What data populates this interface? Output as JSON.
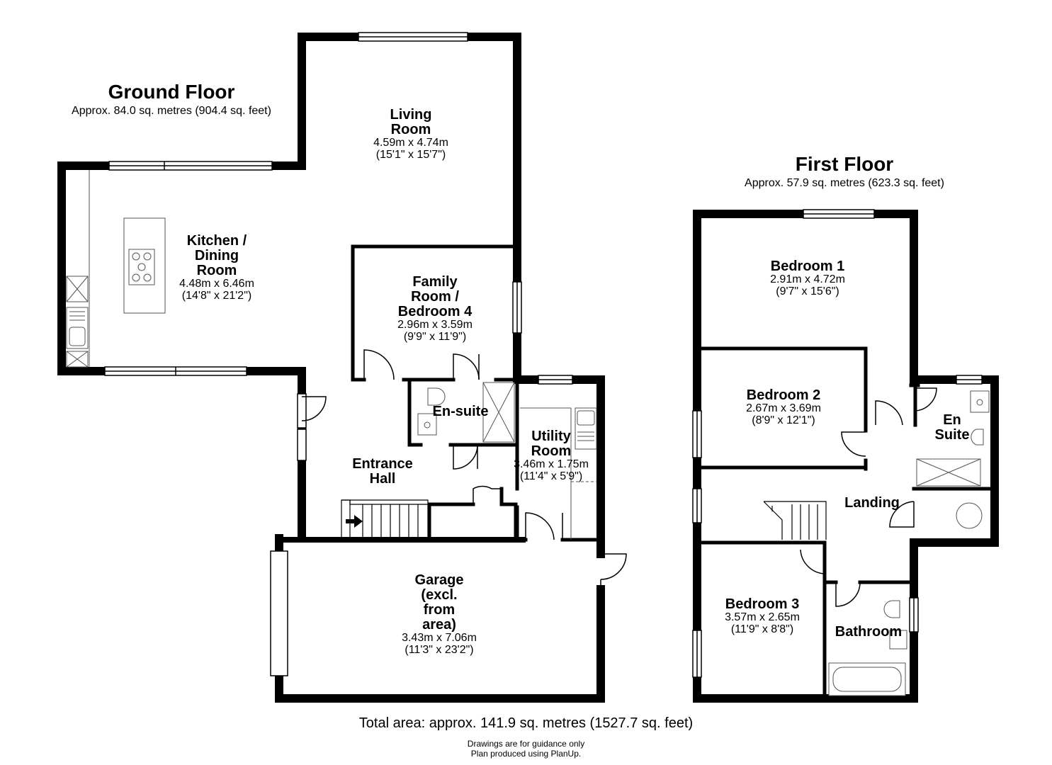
{
  "ground_floor": {
    "title": "Ground Floor",
    "area": "Approx. 84.0 sq. metres (904.4 sq. feet)"
  },
  "first_floor": {
    "title": "First Floor",
    "area": "Approx. 57.9 sq. metres (623.3 sq. feet)"
  },
  "rooms": {
    "living": {
      "name": "Living\nRoom",
      "metric": "4.59m x 4.74m",
      "imperial": "(15'1\" x 15'7\")"
    },
    "kitchen": {
      "name": "Kitchen /\nDining\nRoom",
      "metric": "4.48m x 6.46m",
      "imperial": "(14'8\" x 21'2\")"
    },
    "family": {
      "name": "Family\nRoom /\nBedroom 4",
      "metric": "2.96m x 3.59m",
      "imperial": "(9'9\" x 11'9\")"
    },
    "ensuite_ground": {
      "name": "En-suite"
    },
    "utility": {
      "name": "Utility\nRoom",
      "metric": "3.46m x 1.75m",
      "imperial": "(11'4\" x 5'9\")"
    },
    "entrance": {
      "name": "Entrance\nHall"
    },
    "garage": {
      "name": "Garage\n(excl.\nfrom\narea)",
      "metric": "3.43m x 7.06m",
      "imperial": "(11'3\" x 23'2\")"
    },
    "bedroom1": {
      "name": "Bedroom 1",
      "metric": "2.91m x 4.72m",
      "imperial": "(9'7\" x 15'6\")"
    },
    "bedroom2": {
      "name": "Bedroom 2",
      "metric": "2.67m x 3.69m",
      "imperial": "(8'9\" x 12'1\")"
    },
    "bedroom3": {
      "name": "Bedroom 3",
      "metric": "3.57m x 2.65m",
      "imperial": "(11'9\" x 8'8\")"
    },
    "en_suite_first": {
      "name": "En\nSuite"
    },
    "landing": {
      "name": "Landing"
    },
    "bathroom": {
      "name": "Bathroom"
    }
  },
  "footer": {
    "total": "Total area: approx. 141.9 sq. metres (1527.7 sq. feet)",
    "note1": "Drawings are for guidance only",
    "note2": "Plan produced using PlanUp."
  }
}
